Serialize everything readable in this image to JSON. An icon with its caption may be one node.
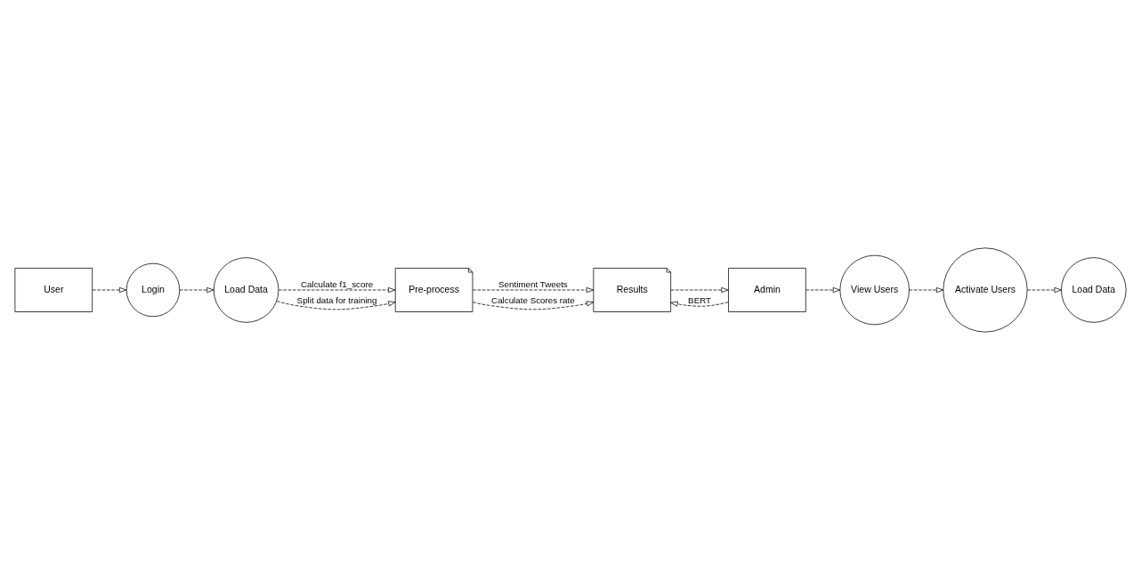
{
  "diagram": {
    "nodes": [
      {
        "text": [
          "Login"
        ]
      },
      {
        "text": [
          "Load Data"
        ]
      },
      {
        "text": [
          "Pre-process"
        ]
      },
      {
        "text": [
          "Results"
        ]
      },
      {
        "text": [
          "User"
        ]
      },
      {
        "text": [
          "Admin"
        ]
      },
      {
        "text": [
          "View Users"
        ]
      },
      {
        "text": [
          "Activate Users"
        ]
      },
      {
        "text": [
          "Load Data"
        ]
      }
    ],
    "edges": [
      {
        "from": 4,
        "to": 0,
        "arrow": "to",
        "style": "dashed"
      },
      {
        "from": 0,
        "to": 1,
        "arrow": "to",
        "style": "dashed"
      },
      {
        "from": 1,
        "to": 2,
        "arrow": "to",
        "style": "dashed",
        "label": "Calculate f1_score"
      },
      {
        "from": 1,
        "to": 2,
        "arrow": "to",
        "style": "dashed",
        "label": "Split data for training"
      },
      {
        "from": 2,
        "to": 3,
        "arrow": "to",
        "style": "dashed",
        "label": "Sentiment Tweets"
      },
      {
        "from": 2,
        "to": 3,
        "arrow": "to",
        "style": "dashed",
        "label": "Calculate Scores rate"
      },
      {
        "from": 5,
        "to": 3,
        "arrow": "to",
        "style": "dashed",
        "label": "BERT"
      },
      {
        "from": 3,
        "to": 5,
        "arrow": "to",
        "style": "dashed"
      },
      {
        "from": 5,
        "to": 6,
        "arrow": "to",
        "style": "dashed"
      },
      {
        "from": 6,
        "to": 7,
        "arrow": "to",
        "style": "dashed"
      },
      {
        "from": 7,
        "to": 8,
        "arrow": "to",
        "style": "dashed"
      }
    ]
  }
}
